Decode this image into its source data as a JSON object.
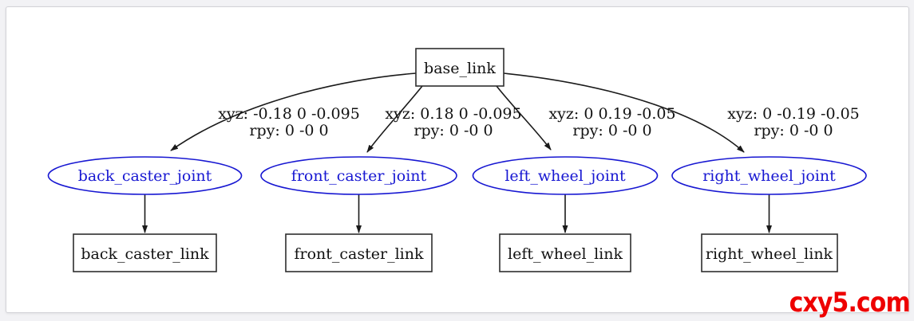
{
  "diagram": {
    "type": "urdf-link-joint-tree",
    "root": {
      "label": "base_link"
    },
    "joints": [
      {
        "label": "back_caster_joint",
        "xyz": "xyz: -0.18 0 -0.095",
        "rpy": "rpy: 0 -0 0",
        "child_link": "back_caster_link"
      },
      {
        "label": "front_caster_joint",
        "xyz": "xyz: 0.18 0 -0.095",
        "rpy": "rpy: 0 -0 0",
        "child_link": "front_caster_link"
      },
      {
        "label": "left_wheel_joint",
        "xyz": "xyz: 0 0.19 -0.05",
        "rpy": "rpy: 0 -0 0",
        "child_link": "left_wheel_link"
      },
      {
        "label": "right_wheel_joint",
        "xyz": "xyz: 0 -0.19 -0.05",
        "rpy": "rpy: 0 -0 0",
        "child_link": "right_wheel_link"
      }
    ],
    "colors": {
      "joint": "#1717d2",
      "border": "#2e2e2e",
      "edge": "#1a1a1a",
      "text": "#111111",
      "watermark": "#ee0000"
    }
  },
  "watermark": {
    "text": "cxy5.com"
  }
}
